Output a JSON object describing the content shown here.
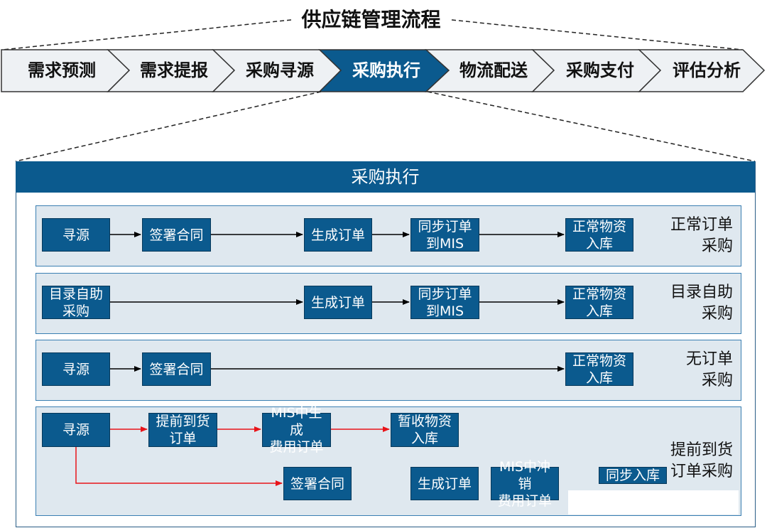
{
  "title": "供应链管理流程",
  "stages": [
    "需求预测",
    "需求提报",
    "采购寻源",
    "采购执行",
    "物流配送",
    "采购支付",
    "评估分析"
  ],
  "active_stage": "采购执行",
  "panel_title": "采购执行",
  "rows": [
    {
      "label": [
        "正常订单",
        "采购"
      ],
      "boxes": [
        [
          "寻源"
        ],
        [
          "签署合同"
        ],
        [
          "生成订单"
        ],
        [
          "同步订单",
          "到MIS"
        ],
        [
          "正常物资",
          "入库"
        ]
      ]
    },
    {
      "label": [
        "目录自助",
        "采购"
      ],
      "boxes": [
        [
          "目录自助",
          "采购"
        ],
        [
          "生成订单"
        ],
        [
          "同步订单",
          "到MIS"
        ],
        [
          "正常物资",
          "入库"
        ]
      ]
    },
    {
      "label": [
        "无订单",
        "采购"
      ],
      "boxes": [
        [
          "寻源"
        ],
        [
          "签署合同"
        ],
        [
          "正常物资",
          "入库"
        ]
      ]
    },
    {
      "label": [
        "提前到货",
        "订单采购"
      ],
      "boxes": [
        [
          "寻源"
        ],
        [
          "提前到货",
          "订单"
        ],
        [
          "MIS中生成",
          "费用订单"
        ],
        [
          "暂收物资",
          "入库"
        ],
        [
          "签署合同"
        ],
        [
          "生成订单"
        ],
        [
          "MIS中冲销",
          "费用订单"
        ],
        [
          "同步入库"
        ]
      ]
    }
  ],
  "colors": {
    "box_fill": "#0b5a8e",
    "row_fill": "#dfe8ef",
    "red_arrow": "#e8141a",
    "black_arrow": "#000000"
  }
}
